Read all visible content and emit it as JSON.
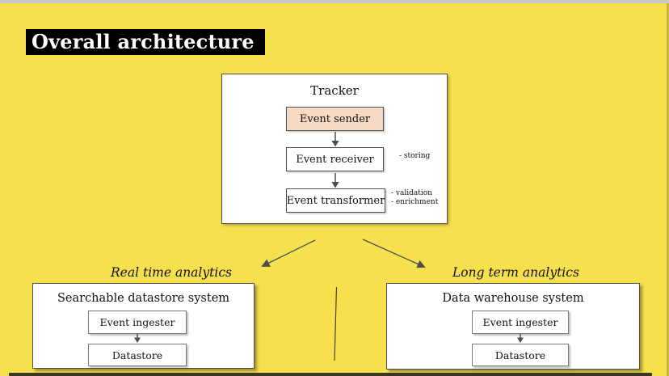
{
  "slide": {
    "title": "Overall architecture"
  },
  "tracker": {
    "title": "Tracker",
    "sender_label": "Event sender",
    "receiver_label": "Event receiver",
    "transformer_label": "Event transformer",
    "storing_note": "- storing",
    "validation_note": "- validation",
    "enrichment_note": "- enrichment"
  },
  "realtime": {
    "branch_label": "Real time analytics",
    "system_title": "Searchable datastore system",
    "ingester_label": "Event ingester",
    "datastore_label": "Datastore"
  },
  "longterm": {
    "branch_label": "Long term analytics",
    "system_title": "Data warehouse system",
    "ingester_label": "Event ingester",
    "datastore_label": "Datastore"
  },
  "colors": {
    "slide_background": "#f7e04d",
    "title_bar_background": "#000000",
    "title_bar_text": "#ffffff",
    "sender_fill": "#f6dac3",
    "arrow": "#4d4d4d"
  }
}
